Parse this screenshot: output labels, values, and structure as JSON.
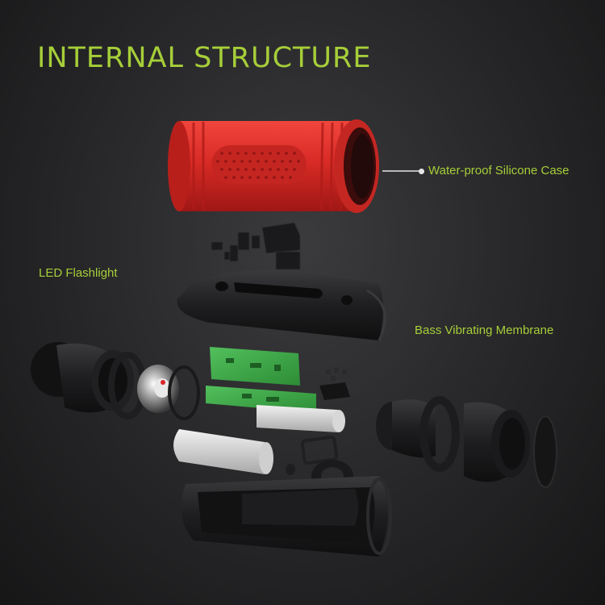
{
  "title": "INTERNAL STRUCTURE",
  "labels": {
    "case": "Water-proof Silicone Case",
    "led": "LED Flashlight",
    "bass": "Bass Vibrating Membrane"
  },
  "colors": {
    "accent": "#a6ce39",
    "case_red": "#e2352f",
    "parts_black": "#1c1c1e",
    "pcb_green": "#3fae49",
    "background": "#2a2a2c"
  }
}
